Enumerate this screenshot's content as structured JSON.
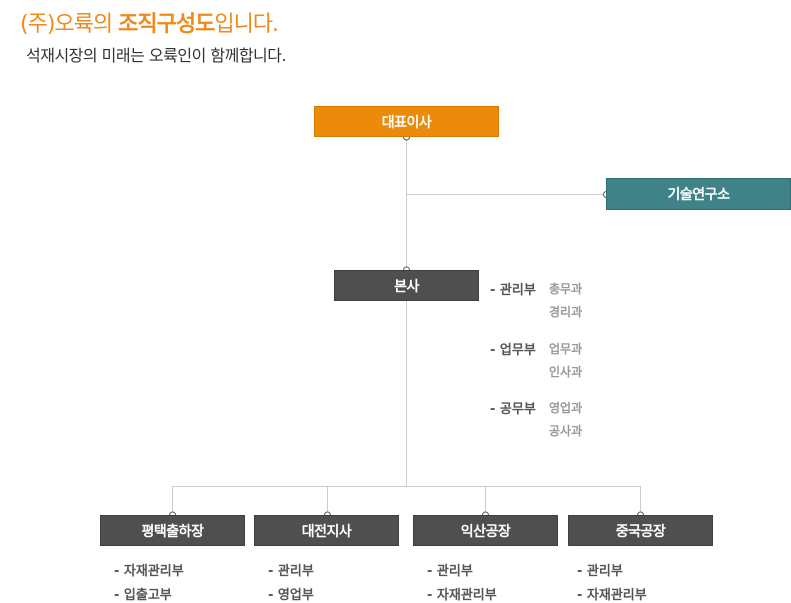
{
  "header": {
    "title_prefix": "(주)오륙의 ",
    "title_highlight": "조직구성도",
    "title_suffix": "입니다.",
    "subtitle": "석재시장의 미래는 오륙인이 함께합니다."
  },
  "org": {
    "ceo": "대표이사",
    "rnd": "기술연구소",
    "hq": "본사",
    "hq_depts": [
      {
        "name": "- 관리부",
        "teams": [
          "총무과",
          "경리과"
        ]
      },
      {
        "name": "- 업무부",
        "teams": [
          "업무과",
          "인사과"
        ]
      },
      {
        "name": "- 공무부",
        "teams": [
          "영업과",
          "공사과"
        ]
      }
    ],
    "branches": [
      {
        "name": "평택출하장",
        "subs": [
          "- 자재관리부",
          "- 입출고부"
        ]
      },
      {
        "name": "대전지사",
        "subs": [
          "- 관리부",
          "- 영업부"
        ]
      },
      {
        "name": "익산공장",
        "subs": [
          "- 관리부",
          "- 자재관리부"
        ]
      },
      {
        "name": "중국공장",
        "subs": [
          "- 관리부",
          "- 자재관리부"
        ]
      }
    ]
  },
  "colors": {
    "ceo": "#ec8a0c",
    "rnd": "#3f8288",
    "node": "#4f4f4f",
    "title": "#f08a1c"
  }
}
